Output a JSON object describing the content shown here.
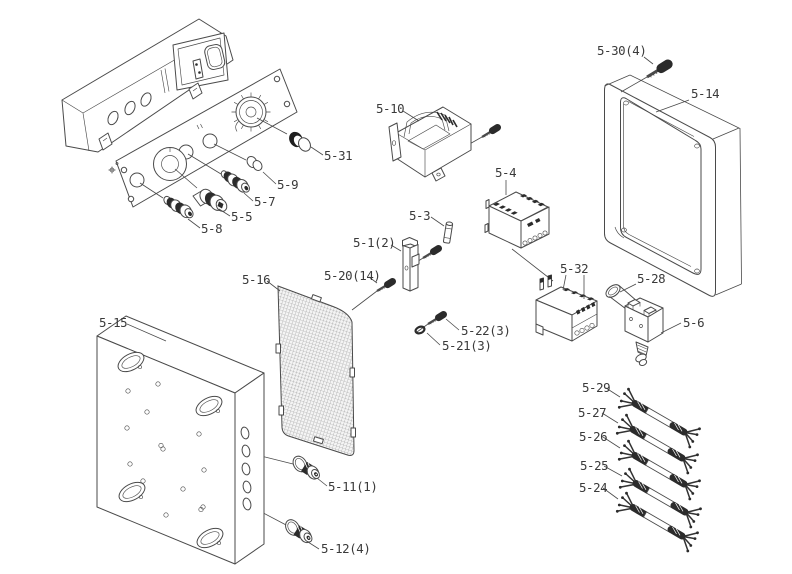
{
  "diagram": {
    "type": "exploded-parts-diagram",
    "style": {
      "background": "#ffffff",
      "line_color": "#4a4a4a",
      "dark_fill": "#2b2b2b",
      "label_color": "#3a3a3a"
    }
  },
  "parts": [
    {
      "label": "5-30(4)"
    },
    {
      "label": "5-14"
    },
    {
      "label": "5-10"
    },
    {
      "label": "5-31"
    },
    {
      "label": "5-9"
    },
    {
      "label": "5-7"
    },
    {
      "label": "5-5"
    },
    {
      "label": "5-8"
    },
    {
      "label": "5-4"
    },
    {
      "label": "5-3"
    },
    {
      "label": "5-1(2)"
    },
    {
      "label": "5-20(14)"
    },
    {
      "label": "5-16"
    },
    {
      "label": "5-32"
    },
    {
      "label": "5-28"
    },
    {
      "label": "5-6"
    },
    {
      "label": "5-22(3)"
    },
    {
      "label": "5-21(3)"
    },
    {
      "label": "5-15"
    },
    {
      "label": "5-11(1)"
    },
    {
      "label": "5-12(4)"
    },
    {
      "label": "5-29"
    },
    {
      "label": "5-27"
    },
    {
      "label": "5-26"
    },
    {
      "label": "5-25"
    },
    {
      "label": "5-24"
    }
  ]
}
